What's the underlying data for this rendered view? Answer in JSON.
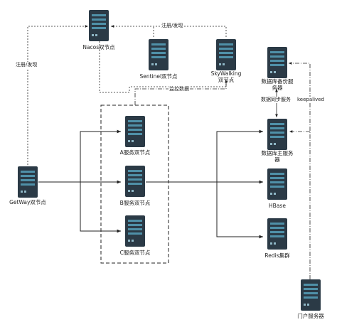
{
  "nodes": {
    "nacos": "Nacos双节点",
    "sentinel": "Sentinel双节点",
    "skywalking": "SkyWalking双节点",
    "gateway": "GetWay双节点",
    "service_a": "A服务双节点",
    "service_b": "B服务双节点",
    "service_c": "C服务双节点",
    "db_backup": "数据库备份服务器",
    "db_main": "数据库主服务器",
    "hbase": "HBase",
    "redis": "Redis集群",
    "portal": "门户服务器"
  },
  "edge_labels": {
    "register_top": "注册/发现",
    "register_left": "注册/发现",
    "monitor": "监控数据",
    "db_sync": "数据同步服务",
    "keepalived": "keepalived"
  },
  "colors": {
    "server_body": "#2b3a46",
    "server_slot": "#4f90a8",
    "line": "#222222"
  },
  "icon": "server-rack-icon"
}
